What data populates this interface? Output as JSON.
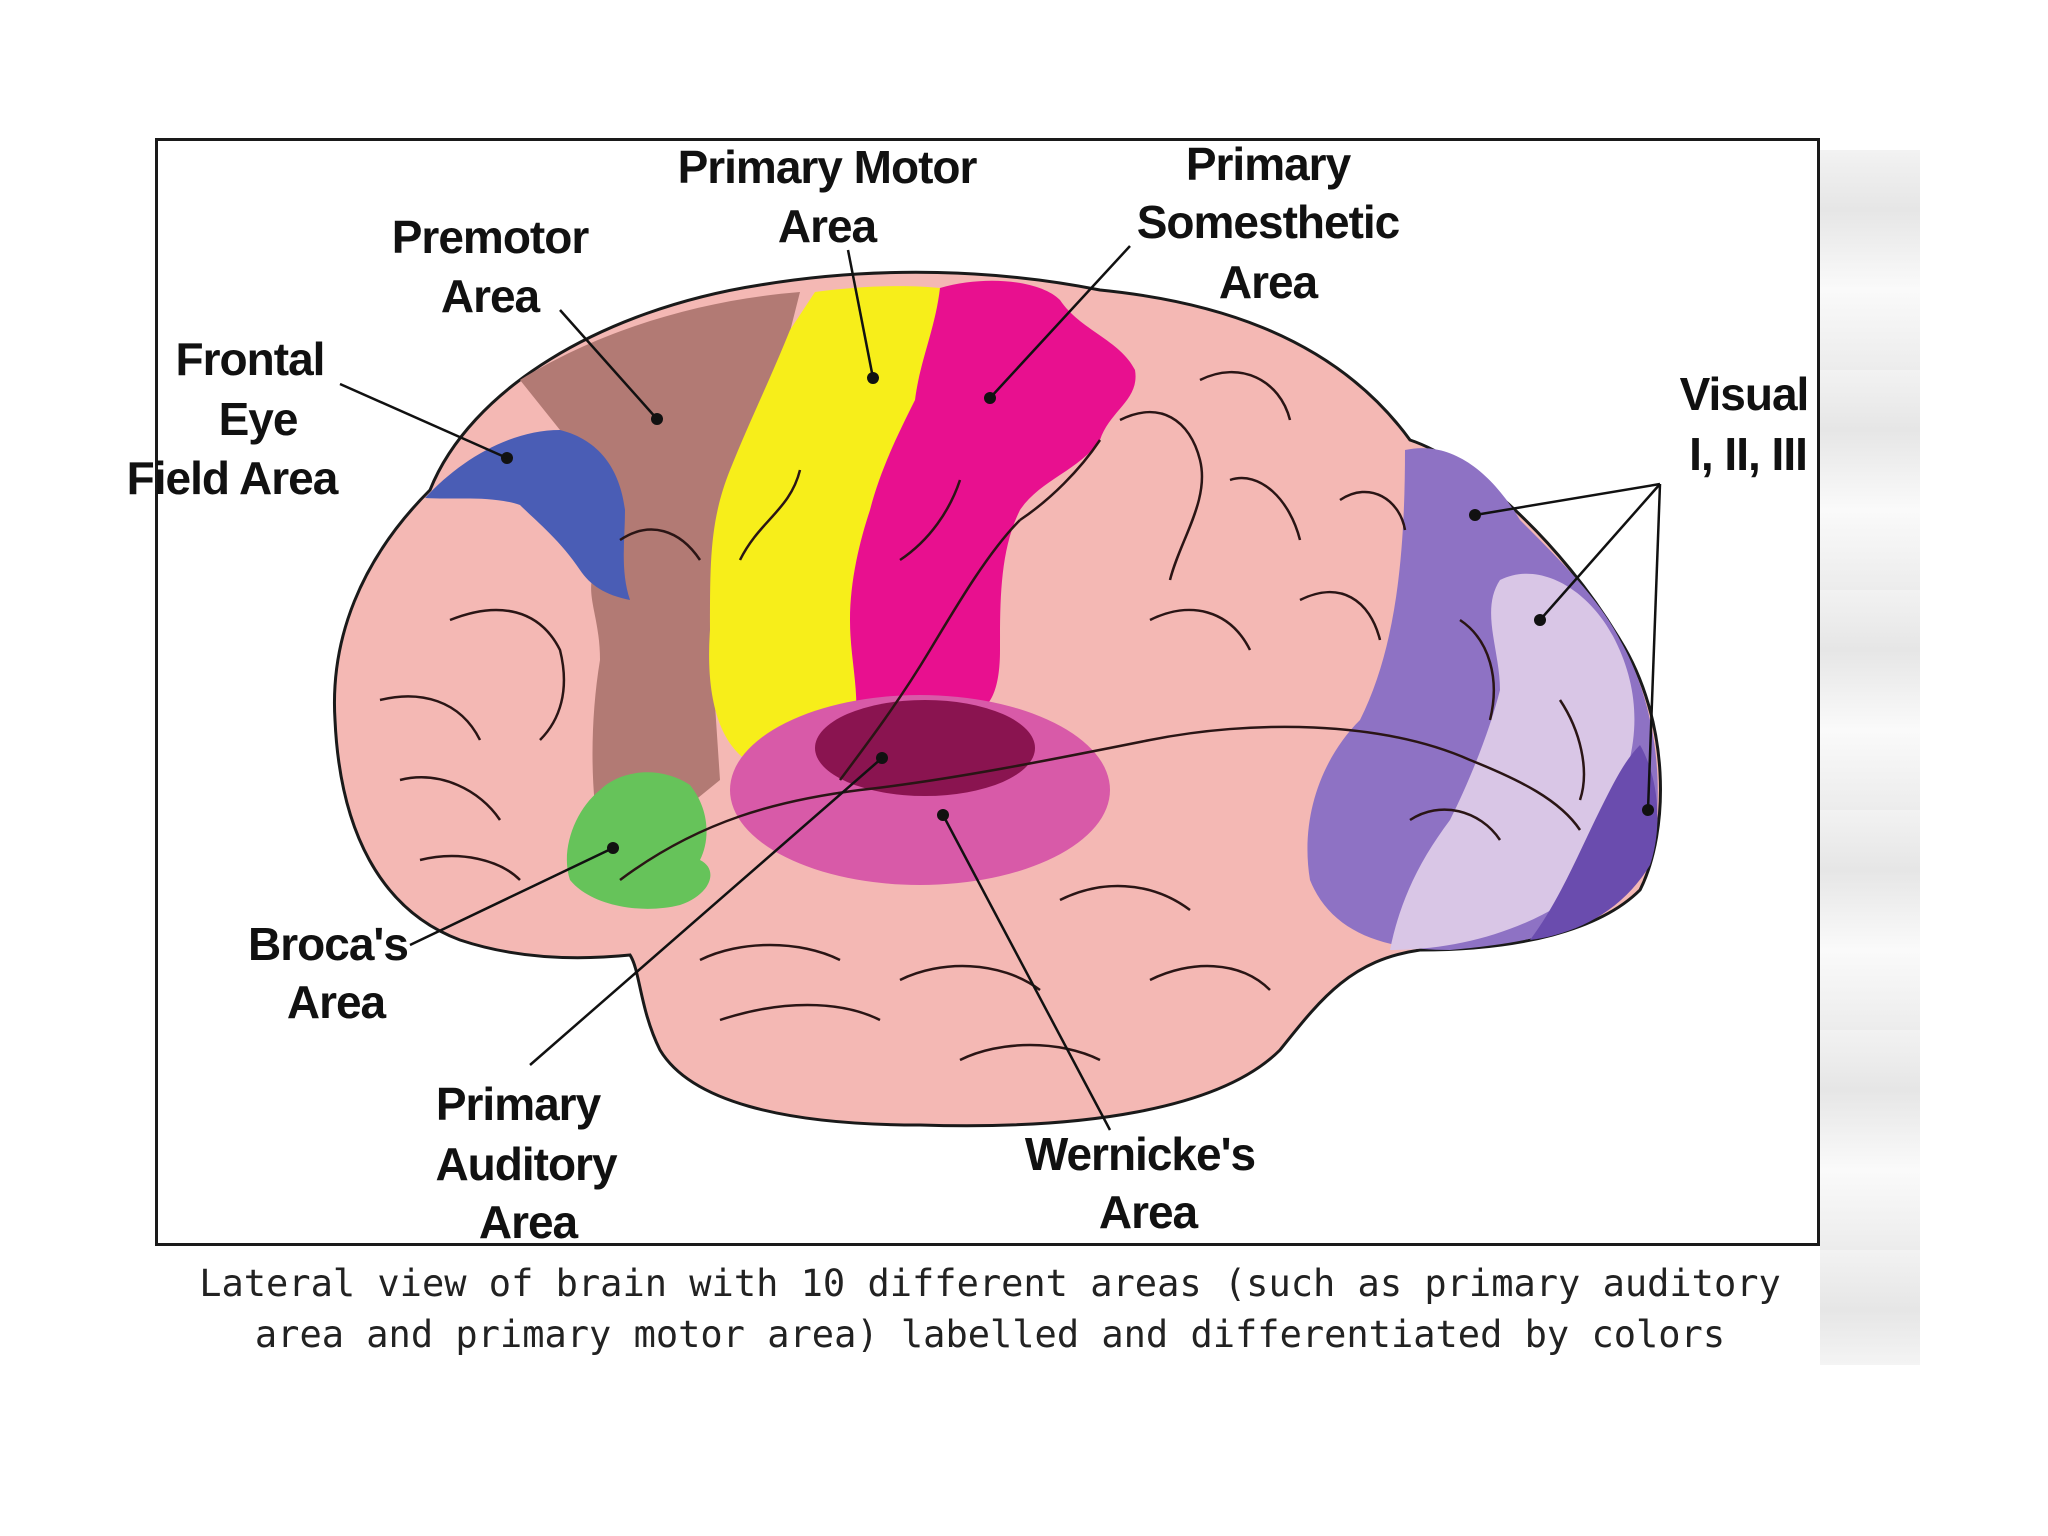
{
  "labels": {
    "primary_motor": [
      "Primary Motor",
      "Area"
    ],
    "primary_somesthetic": [
      "Primary",
      "Somesthetic",
      "Area"
    ],
    "premotor": [
      "Premotor",
      "Area"
    ],
    "frontal_eye": [
      "Frontal",
      "Eye",
      "Field Area"
    ],
    "visual": [
      "Visual",
      "I, II, III"
    ],
    "brocas": [
      "Broca's",
      "Area"
    ],
    "primary_auditory": [
      "Primary",
      "Auditory",
      "Area"
    ],
    "wernickes": [
      "Wernicke's",
      "Area"
    ]
  },
  "caption": {
    "line1": "Lateral view of brain with 10 different areas (such as primary auditory",
    "line2": "area and primary motor area) labelled and differentiated by colors"
  },
  "colors": {
    "brain": "#f4b8b4",
    "premotor": "#b27a74",
    "frontal_eye": "#4a5db5",
    "primary_motor": "#f7ee1a",
    "primary_somesthetic": "#e8108f",
    "brocas": "#66c35a",
    "auditory_outer": "#d85aa8",
    "auditory_inner": "#8a1450",
    "visual_1": "#8e72c4",
    "visual_2": "#d9c6e6",
    "visual_3": "#6a4cae"
  }
}
